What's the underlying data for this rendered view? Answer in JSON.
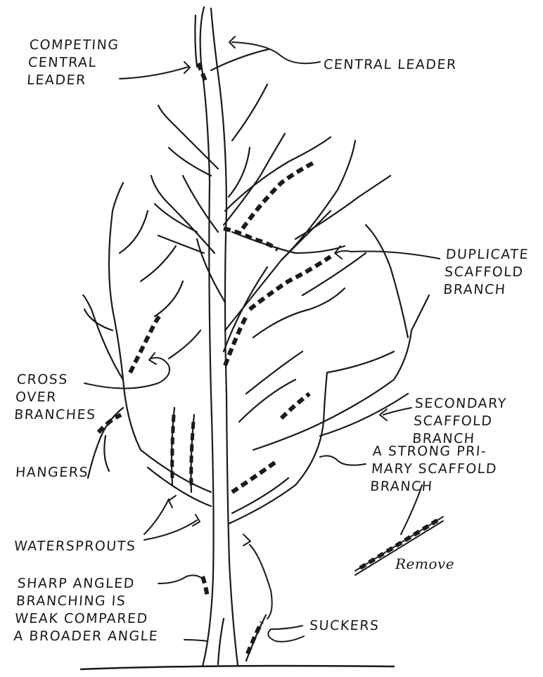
{
  "labels": {
    "competing_central_leader": [
      "COMPETING",
      "CENTRAL",
      "LEADER"
    ],
    "central_leader": "CENTRAL LEADER",
    "duplicate_scaffold_branch": [
      "DUPLICATE",
      "SCAFFOLD",
      "BRANCH"
    ],
    "cross_over_branches": [
      "CROSS",
      "OVER",
      "BRANCHES"
    ],
    "secondary_scaffold_branch": [
      "SECONDARY",
      "SCAFFOLD",
      "BRANCH"
    ],
    "hangers": "HANGERS",
    "strong_primary_scaffold_branch": [
      "A STRONG PRI-",
      "MARY SCAFFOLD",
      "BRANCH"
    ],
    "watersprouts": "WATERSPROUTS",
    "remove": "Remove",
    "sharp_angled_branching": [
      "SHARP ANGLED",
      "BRANCHING IS",
      "WEAK COMPARED",
      "A BROADER ANGLE"
    ],
    "suckers": "SUCKERS"
  },
  "colors": {
    "ink": "#1a1a1a",
    "background": "#ffffff"
  },
  "legend_symbol": "dashed-line-icon"
}
